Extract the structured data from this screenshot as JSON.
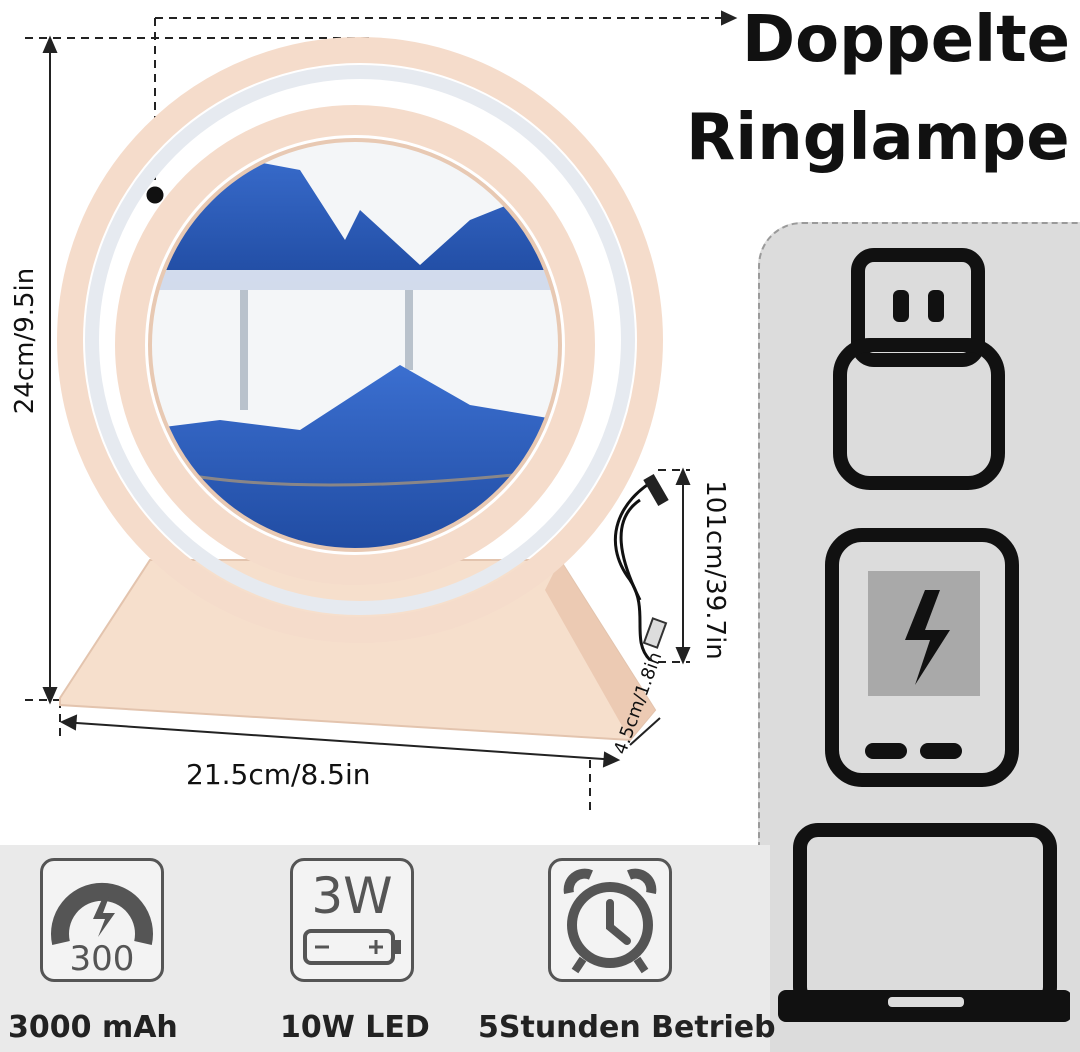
{
  "title": {
    "line1": "Doppelte",
    "line2": "Ringlampe"
  },
  "dimensions": {
    "height": "24cm/9.5in",
    "width": "21.5cm/8.5in",
    "depth": "4.5cm/1.8in",
    "cable": "101cm/39.7in"
  },
  "features": [
    {
      "icon": "battery-gauge-icon",
      "icon_text": "300",
      "label": "3000 mAh"
    },
    {
      "icon": "battery-power-icon",
      "icon_text": "3W",
      "label": "10W LED"
    },
    {
      "icon": "alarm-clock-icon",
      "icon_text": "",
      "label": "5Stunden Betrieb"
    }
  ],
  "power_options": [
    "usb-plug-icon",
    "power-bank-icon",
    "laptop-icon"
  ],
  "colors": {
    "sand": "#2f5fb8",
    "frame": "#f3dccb",
    "panel": "#dcdcdc"
  }
}
